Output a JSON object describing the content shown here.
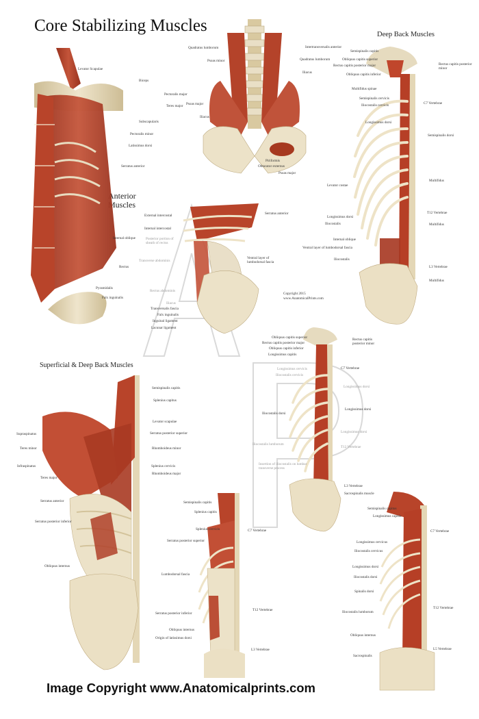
{
  "title": "Core Stabilizing Muscles",
  "sections": {
    "anterior": "Anterior\nMuscles",
    "deep_back": "Deep Back Muscles",
    "superficial_deep": "Superficial & Deep Back Muscles"
  },
  "copyright_small": "Copyright 2015\nwww.AnatomicalPrints.com",
  "footer": "Image Copyright www.Anatomicalprints.com",
  "colors": {
    "muscle": "#b8442a",
    "muscle_dark": "#8e2e1c",
    "bone": "#e8dcc0",
    "bone_shade": "#c9b98f"
  },
  "labels": {
    "a1": "Levator Scapulae",
    "a2": "Biceps",
    "a3": "Pectoralis major",
    "a4": "Teres major",
    "a5": "Subscapularis",
    "a6": "Pectoralis minor",
    "a7": "Latissimus dorsi",
    "a8": "Serratus anterior",
    "a9": "Internal oblique",
    "a10": "Rectus",
    "a11": "Pyramidalis",
    "a12": "Falx inguinalis",
    "p1": "Quadratus lumborum",
    "p2": "Psoas minor",
    "p3": "Psoas major",
    "p4": "Iliacus",
    "p5": "Intertransversalis anterior",
    "p6": "Quadratus lumborum",
    "p7": "Iliacus",
    "p8": "Piriformis",
    "p9": "Obturator externus",
    "p10": "Psoas major",
    "d1": "Semispinalis capitis",
    "d2": "Obliquus capitis superior",
    "d3": "Rectus capitis posterior major",
    "d4": "Obliquus capitis inferior",
    "d5": "Multifidus spinae",
    "d6": "Semispinalis cervicis",
    "d7": "Iliocostalis cervicis",
    "d8": "Longissimus dorsi",
    "d9": "Levator costae",
    "d10": "Longissimus dorsi",
    "d11": "Iliocostalis",
    "d12": "Internal oblique",
    "d13": "Ventral layer of lumbodorsal fascia",
    "d14": "Iliocostalis",
    "d15": "Rectus capitis posterior minor",
    "d16": "C7 Vertebrae",
    "d17": "Semispinalis dorsi",
    "d18": "Multifidus",
    "d19": "T12 Vertebrae",
    "d20": "Multifidus",
    "d21": "L3 Vertebrae",
    "d22": "Multifidus",
    "s1": "External intercostal",
    "s2": "Internal intercostal",
    "s3": "Posterior portion of sheath of rectus",
    "s4": "Transverse abdominis",
    "s5": "Rectus abdominis",
    "s6": "Iliacus",
    "s7": "Transversalis fascia",
    "s8": "Falx inguinalis",
    "s9": "Inguinal ligament",
    "s10": "Lacunar ligament",
    "s11": "Serratus anterior",
    "s12": "Ventral layer of lumbodorsal fascia",
    "m1": "Obliquus capitis superior",
    "m2": "Rectus capitis posterior major",
    "m3": "Obliquus capitis inferior",
    "m4": "Longissimus capitis",
    "m5": "Longissimus cervicis",
    "m6": "Iliocostalis cervicis",
    "m7": "Iliocostalis dorsi",
    "m8": "Iliocostalis lumborum",
    "m9": "Insertion of iliocostalis on lumbar transverse process",
    "m10": "Rectus capitis posterior minor",
    "m11": "C7 Vertebrae",
    "m12": "Longissimus dorsi",
    "m13": "Longissimus dorsi",
    "m14": "Longissimus dorsi",
    "m15": "T12 Vertebrae",
    "m16": "L3 Vertebrae",
    "m17": "Sacrospinalis muscle",
    "b1": "Supraspinatus",
    "b2": "Teres minor",
    "b3": "Infraspinatus",
    "b4": "Teres major",
    "b5": "Serratus anterior",
    "b6": "Serratus posterior inferior",
    "b7": "Obliquus internus",
    "b8": "Semispinalis capitis",
    "b9": "Splenius capitus",
    "b10": "Levator scapulae",
    "b11": "Serratus posterior superior",
    "b12": "Rhomboideus minor",
    "b13": "Splenius cervicis",
    "b14": "Rhomboideus major",
    "c1": "Semispinalis capitis",
    "c2": "Splenius capitis",
    "c3": "Splenius cervicis",
    "c4": "Serratus posterior superior",
    "c5": "Lumbodorsal fascia",
    "c6": "Serratus posterior inferior",
    "c7": "Obliquus internus",
    "c8": "Origin of latissimus dorsi",
    "c9": "C7 Vertebrae",
    "c10": "T12 Vertebrae",
    "c11": "L3 Vertebrae",
    "e1": "Semispinalis capitus",
    "e2": "Longissimus capitis",
    "e3": "Longissimus cervicus",
    "e4": "Iliocostalis cervicus",
    "e5": "Longissimus dorsi",
    "e6": "Iliocostalis dorsi",
    "e7": "Spinalis dorsi",
    "e8": "Iliocostalis lumborum",
    "e9": "Obliquus internus",
    "e10": "Sacrospinalis",
    "e11": "C7 Vertebrae",
    "e12": "T12 Vertebrae",
    "e13": "L5 Vertebrae"
  }
}
